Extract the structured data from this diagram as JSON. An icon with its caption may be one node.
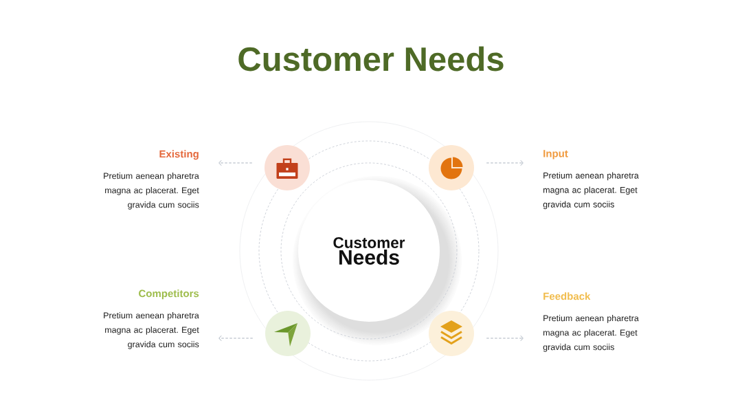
{
  "diagram": {
    "title": "Customer Needs",
    "nodes": [
      {
        "text": [
          "Existing",
          "Pretium aenean pharetra magna ac placerat. Eget gravida cum sociis"
        ]
      },
      {
        "text": [],
        "shape": "circle"
      },
      {
        "text": [],
        "shape": "circle"
      },
      {
        "text": [
          "Input",
          "Pretium aenean pharetra magna ac placerat. Eget gravida cum sociis"
        ]
      },
      {
        "text": [
          "Customer",
          "Needs"
        ]
      },
      {
        "text": [
          "Competitors",
          "Pretium aenean pharetra magna ac placerat. Eget gravida cum sociis"
        ]
      },
      {
        "text": [],
        "shape": "circle"
      },
      {
        "text": [],
        "shape": "circle"
      },
      {
        "text": [
          "Feedback",
          "Pretium aenean pharetra magna ac placerat. Eget gravida cum sociis"
        ]
      }
    ],
    "edges": [
      {
        "from": 1,
        "to": 0,
        "arrow": "to",
        "style": "dashed"
      },
      {
        "from": 2,
        "to": 3,
        "arrow": "to",
        "style": "dashed"
      },
      {
        "from": 6,
        "to": 5,
        "arrow": "to",
        "style": "dashed"
      },
      {
        "from": 7,
        "to": 8,
        "arrow": "to",
        "style": "dashed"
      }
    ]
  }
}
